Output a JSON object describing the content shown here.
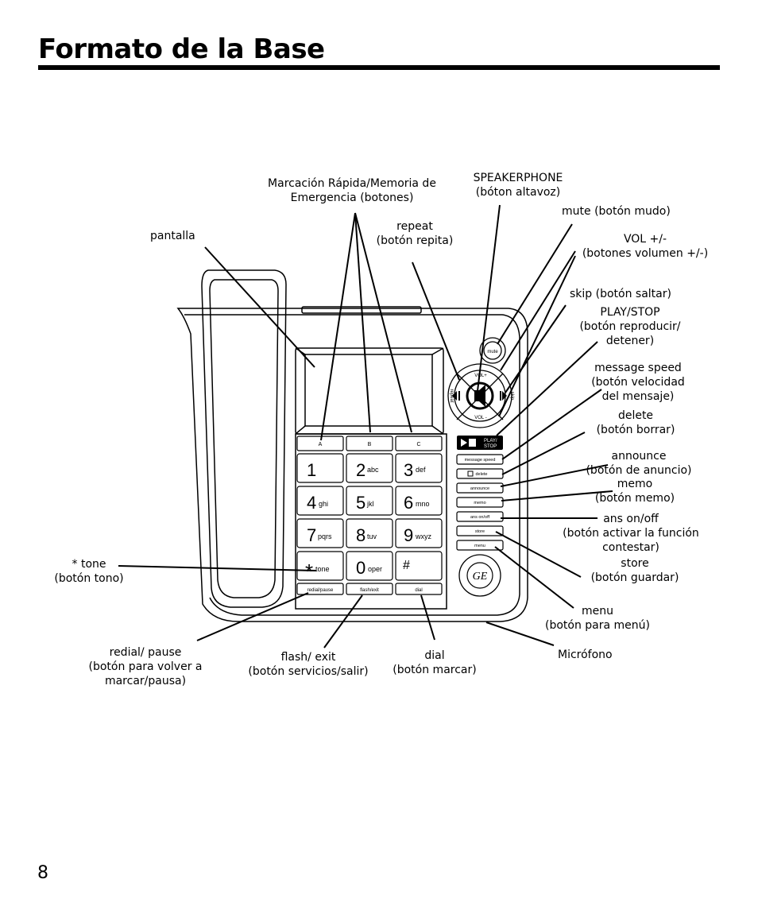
{
  "page": {
    "title": "Formato de la Base",
    "page_number": "8"
  },
  "labels": {
    "pantalla": "pantalla",
    "marcacion_1": "Marcación Rápida/Memoria de",
    "marcacion_2": "Emergencia  (botones)",
    "speaker_1": "SPEAKERPHONE",
    "speaker_2": "(bóton altavoz)",
    "repeat_1": "repeat",
    "repeat_2": "(botón repita)",
    "mute": "mute (botón mudo)",
    "vol_1": "VOL +/-",
    "vol_2": "(botones volumen +/-)",
    "skip": "skip (botón saltar)",
    "play_1": "PLAY/STOP",
    "play_2": "(botón reproducir/",
    "play_3": "detener)",
    "speed_1": "message speed",
    "speed_2": "(botón velocidad",
    "speed_3": "del mensaje)",
    "delete_1": "delete",
    "delete_2": "(botón borrar)",
    "announce_1": "announce",
    "announce_2": "(botón de anuncio)",
    "memo_1": "memo",
    "memo_2": "(botón memo)",
    "ans_1": "ans on/off",
    "ans_2": "(botón activar la función",
    "ans_3": "contestar)",
    "store_1": "store",
    "store_2": "(botón guardar)",
    "menu_1": "menu",
    "menu_2": "(botón para menú)",
    "microfono": "Micrófono",
    "tone_1": "* tone",
    "tone_2": "(botón tono)",
    "redial_1": "redial/ pause",
    "redial_2": "(botón para volver a",
    "redial_3": "marcar/pausa)",
    "flash_1": "flash/ exit",
    "flash_2": "(botón servicios/salir)",
    "dial_1": "dial",
    "dial_2": "(botón marcar)"
  },
  "phone": {
    "speed_dial": [
      "A",
      "B",
      "C"
    ],
    "keys": [
      {
        "digit": "1",
        "letters": ""
      },
      {
        "digit": "2",
        "letters": "abc"
      },
      {
        "digit": "3",
        "letters": "def"
      },
      {
        "digit": "4",
        "letters": "ghi"
      },
      {
        "digit": "5",
        "letters": "jkl"
      },
      {
        "digit": "6",
        "letters": "mno"
      },
      {
        "digit": "7",
        "letters": "pqrs"
      },
      {
        "digit": "8",
        "letters": "tuv"
      },
      {
        "digit": "9",
        "letters": "wxyz"
      },
      {
        "digit": "*",
        "letters": "tone"
      },
      {
        "digit": "0",
        "letters": "oper"
      },
      {
        "digit": "#",
        "letters": ""
      }
    ],
    "bottom_keys": [
      "redial/pause",
      "flash/exit",
      "dial"
    ],
    "side_buttons": [
      "message speed",
      "delete",
      "announce",
      "memo",
      "ans on/off",
      "store",
      "menu"
    ],
    "play_label_1": "PLAY/",
    "play_label_2": "STOP",
    "mute_label": "mute",
    "vol_plus": "VOL+",
    "vol_minus": "VOL -",
    "repeat_label": "repeat",
    "skip_label": "skip",
    "logo": "GE"
  }
}
